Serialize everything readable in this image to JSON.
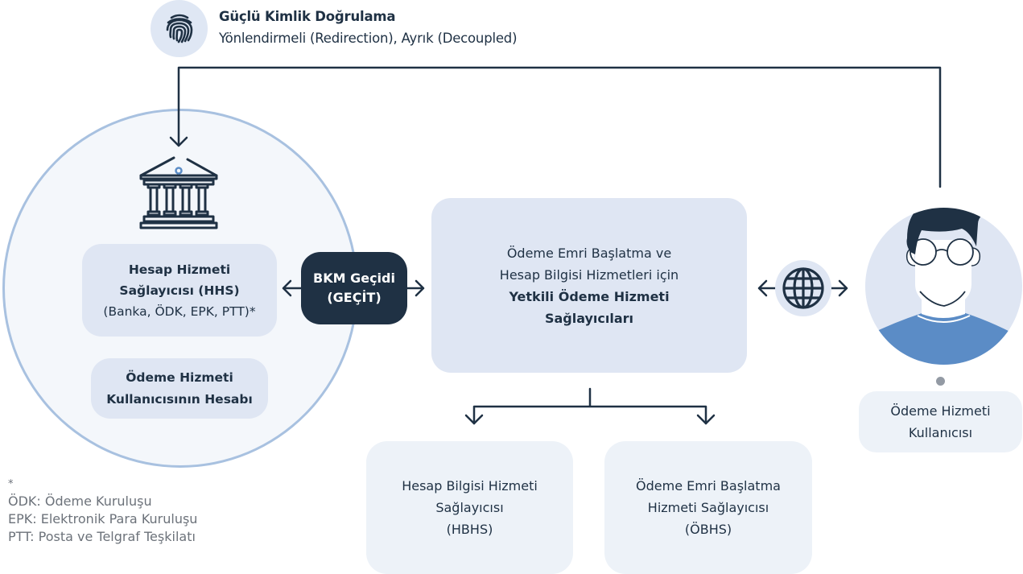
{
  "strong_auth": {
    "icon": "fingerprint-icon",
    "title": "Güçlü Kimlik Doğrulama",
    "subtitle": "Yönlendirmeli (Redirection), Ayrık (Decoupled)"
  },
  "account_provider": {
    "icon": "bank-icon",
    "hhs_lines": [
      "Hesap Hizmeti",
      "Sağlayıcısı (HHS)",
      "(Banka, ÖDK, EPK, PTT)*"
    ],
    "account_lines": [
      "Ödeme Hizmeti",
      "Kullanıcısının Hesabı"
    ]
  },
  "gateway": {
    "lines": [
      "BKM Geçidi",
      "(GEÇİT)"
    ]
  },
  "authorized_providers": {
    "normal_lines": [
      "Ödeme Emri Başlatma ve",
      "Hesap Bilgisi Hizmetleri için"
    ],
    "bold_lines": [
      "Yetkili Ödeme Hizmeti",
      "Sağlayıcıları"
    ]
  },
  "internet": {
    "icon": "globe-icon"
  },
  "sub_providers": [
    {
      "lines": [
        "Hesap Bilgisi Hizmeti",
        "Sağlayıcısı",
        "(HBHS)"
      ]
    },
    {
      "lines": [
        "Ödeme Emri Başlatma",
        "Hizmeti Sağlayıcısı",
        "(ÖBHS)"
      ]
    }
  ],
  "user": {
    "icon": "user-avatar-icon",
    "lines": [
      "Ödeme Hizmeti",
      "Kullanıcısı"
    ]
  },
  "footnote": {
    "marker": "*",
    "lines": [
      "ÖDK: Ödeme Kuruluşu",
      "EPK: Elektronik Para Kuruluşu",
      "PTT: Posta ve Telgraf Teşkilatı"
    ]
  },
  "colors": {
    "primary_dark": "#1f3144",
    "accent_blue": "#5b8cc6",
    "light_fill": "#dfe6f3",
    "circle_border": "#a8c1e0",
    "footnote_gray": "#6c727a"
  }
}
